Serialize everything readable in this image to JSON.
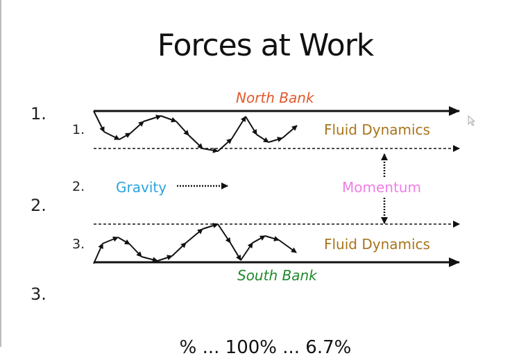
{
  "slide": {
    "title": "Forces at Work",
    "outline_numbers": [
      "1.",
      "2.",
      "3."
    ],
    "diagram": {
      "row_numbers": [
        "1.",
        "2.",
        "3."
      ],
      "north_bank": "North Bank",
      "south_bank": "South Bank",
      "fluid_dynamics_top": "Fluid Dynamics",
      "fluid_dynamics_bottom": "Fluid Dynamics",
      "gravity": "Gravity",
      "momentum": "Momentum"
    },
    "bottom_text_partial": "% ... 100% ... 6.7%"
  },
  "colors": {
    "north_bank": "#e05a2b",
    "fluid_dynamics": "#a8741a",
    "gravity": "#2aa4e0",
    "momentum": "#f07ee6",
    "south_bank": "#1f8a2c"
  }
}
